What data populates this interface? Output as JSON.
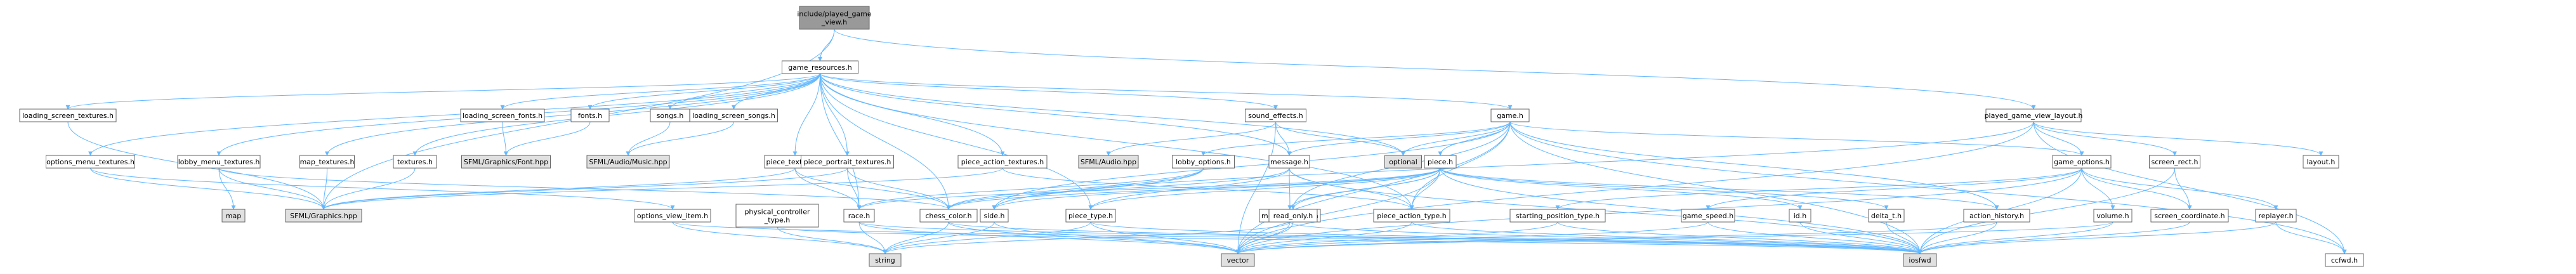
{
  "colors": {
    "root_fill": "#999999",
    "node_fill": "#ffffff",
    "external_fill": "#e0e0e0",
    "incomplete_border": "#ff0000",
    "edge": "#63b8ff"
  },
  "nodes": [
    {
      "id": "root",
      "label": "include/played_game_view.h",
      "kind": "root"
    },
    {
      "id": "game_resources",
      "label": "game_resources.h",
      "kind": "file"
    },
    {
      "id": "loading_screen_textures",
      "label": "loading_screen_textures.h",
      "kind": "file"
    },
    {
      "id": "loading_screen_fonts",
      "label": "loading_screen_fonts.h",
      "kind": "file"
    },
    {
      "id": "fonts",
      "label": "fonts.h",
      "kind": "file"
    },
    {
      "id": "songs",
      "label": "songs.h",
      "kind": "file"
    },
    {
      "id": "loading_screen_songs",
      "label": "loading_screen_songs.h",
      "kind": "file"
    },
    {
      "id": "sound_effects",
      "label": "sound_effects.h",
      "kind": "file"
    },
    {
      "id": "game",
      "label": "game.h",
      "kind": "file"
    },
    {
      "id": "played_game_view_layout",
      "label": "played_game_view_layout.h",
      "kind": "file"
    },
    {
      "id": "options_menu_textures",
      "label": "options_menu_textures.h",
      "kind": "file"
    },
    {
      "id": "lobby_menu_textures",
      "label": "lobby_menu_textures.h",
      "kind": "file"
    },
    {
      "id": "map_textures",
      "label": "map_textures.h",
      "kind": "file"
    },
    {
      "id": "textures",
      "label": "textures.h",
      "kind": "file"
    },
    {
      "id": "sfml_font",
      "label": "SFML/Graphics/Font.hpp",
      "kind": "external"
    },
    {
      "id": "sfml_music",
      "label": "SFML/Audio/Music.hpp",
      "kind": "external"
    },
    {
      "id": "piece_textures",
      "label": "piece_textures.h",
      "kind": "file"
    },
    {
      "id": "piece_portrait_textures",
      "label": "piece_portrait_textures.h",
      "kind": "file"
    },
    {
      "id": "piece_action_textures",
      "label": "piece_action_textures.h",
      "kind": "file"
    },
    {
      "id": "sfml_audio",
      "label": "SFML/Audio.hpp",
      "kind": "external"
    },
    {
      "id": "lobby_options",
      "label": "lobby_options.h",
      "kind": "file"
    },
    {
      "id": "message",
      "label": "message.h",
      "kind": "file"
    },
    {
      "id": "optional",
      "label": "optional",
      "kind": "external"
    },
    {
      "id": "piece",
      "label": "piece.h",
      "kind": "incomplete"
    },
    {
      "id": "game_options",
      "label": "game_options.h",
      "kind": "file"
    },
    {
      "id": "screen_rect",
      "label": "screen_rect.h",
      "kind": "file"
    },
    {
      "id": "layout",
      "label": "layout.h",
      "kind": "file"
    },
    {
      "id": "map",
      "label": "map",
      "kind": "external"
    },
    {
      "id": "sfml_graphics",
      "label": "SFML/Graphics.hpp",
      "kind": "external"
    },
    {
      "id": "options_view_item",
      "label": "options_view_item.h",
      "kind": "file"
    },
    {
      "id": "physical_controller_type",
      "label": "physical_controller _type.h",
      "kind": "file"
    },
    {
      "id": "race",
      "label": "race.h",
      "kind": "file"
    },
    {
      "id": "chess_color",
      "label": "chess_color.h",
      "kind": "file"
    },
    {
      "id": "side",
      "label": "side.h",
      "kind": "incomplete"
    },
    {
      "id": "piece_type",
      "label": "piece_type.h",
      "kind": "file"
    },
    {
      "id": "message_type",
      "label": "message_type.h",
      "kind": "file"
    },
    {
      "id": "read_only",
      "label": "read_only.h",
      "kind": "incomplete"
    },
    {
      "id": "piece_action_type",
      "label": "piece_action_type.h",
      "kind": "file"
    },
    {
      "id": "starting_position_type",
      "label": "starting_position_type.h",
      "kind": "file"
    },
    {
      "id": "game_speed",
      "label": "game_speed.h",
      "kind": "file"
    },
    {
      "id": "id",
      "label": "id.h",
      "kind": "file"
    },
    {
      "id": "delta_t",
      "label": "delta_t.h",
      "kind": "file"
    },
    {
      "id": "action_history",
      "label": "action_history.h",
      "kind": "incomplete"
    },
    {
      "id": "volume",
      "label": "volume.h",
      "kind": "file"
    },
    {
      "id": "screen_coordinate",
      "label": "screen_coordinate.h",
      "kind": "file"
    },
    {
      "id": "replayer",
      "label": "replayer.h",
      "kind": "incomplete"
    },
    {
      "id": "string",
      "label": "string",
      "kind": "external"
    },
    {
      "id": "vector",
      "label": "vector",
      "kind": "external"
    },
    {
      "id": "iosfwd",
      "label": "iosfwd",
      "kind": "external"
    },
    {
      "id": "ccfwd",
      "label": "ccfwd.h",
      "kind": "file"
    }
  ],
  "edges": [
    [
      "root",
      "game_resources"
    ],
    [
      "root",
      "played_game_view_layout"
    ],
    [
      "root",
      "sfml_graphics"
    ],
    [
      "game_resources",
      "loading_screen_textures"
    ],
    [
      "game_resources",
      "loading_screen_fonts"
    ],
    [
      "game_resources",
      "fonts"
    ],
    [
      "game_resources",
      "songs"
    ],
    [
      "game_resources",
      "loading_screen_songs"
    ],
    [
      "game_resources",
      "sound_effects"
    ],
    [
      "game_resources",
      "game"
    ],
    [
      "game_resources",
      "options_menu_textures"
    ],
    [
      "game_resources",
      "lobby_menu_textures"
    ],
    [
      "game_resources",
      "map_textures"
    ],
    [
      "game_resources",
      "textures"
    ],
    [
      "game_resources",
      "piece_textures"
    ],
    [
      "game_resources",
      "piece_portrait_textures"
    ],
    [
      "game_resources",
      "piece_action_textures"
    ],
    [
      "game_resources",
      "optional"
    ],
    [
      "game_resources",
      "chess_color"
    ],
    [
      "game_resources",
      "race"
    ],
    [
      "game_resources",
      "message"
    ],
    [
      "game_resources",
      "piece_type"
    ],
    [
      "game_resources",
      "piece_action_type"
    ],
    [
      "loading_screen_textures",
      "sfml_graphics"
    ],
    [
      "loading_screen_fonts",
      "sfml_font"
    ],
    [
      "fonts",
      "sfml_font"
    ],
    [
      "songs",
      "sfml_music"
    ],
    [
      "loading_screen_songs",
      "sfml_music"
    ],
    [
      "sound_effects",
      "sfml_audio"
    ],
    [
      "sound_effects",
      "message"
    ],
    [
      "sound_effects",
      "optional"
    ],
    [
      "sound_effects",
      "vector"
    ],
    [
      "options_menu_textures",
      "sfml_graphics"
    ],
    [
      "options_menu_textures",
      "options_view_item"
    ],
    [
      "lobby_menu_textures",
      "map"
    ],
    [
      "lobby_menu_textures",
      "sfml_graphics"
    ],
    [
      "lobby_menu_textures",
      "chess_color"
    ],
    [
      "map_textures",
      "sfml_graphics"
    ],
    [
      "textures",
      "sfml_graphics"
    ],
    [
      "piece_textures",
      "sfml_graphics"
    ],
    [
      "piece_textures",
      "race"
    ],
    [
      "piece_textures",
      "chess_color"
    ],
    [
      "piece_portrait_textures",
      "sfml_graphics"
    ],
    [
      "piece_portrait_textures",
      "race"
    ],
    [
      "piece_portrait_textures",
      "chess_color"
    ],
    [
      "piece_action_textures",
      "sfml_graphics"
    ],
    [
      "piece_action_textures",
      "piece_action_type"
    ],
    [
      "game",
      "lobby_options"
    ],
    [
      "game",
      "message"
    ],
    [
      "game",
      "optional"
    ],
    [
      "game",
      "piece"
    ],
    [
      "game",
      "game_options"
    ],
    [
      "game",
      "read_only"
    ],
    [
      "game",
      "side"
    ],
    [
      "game",
      "vector"
    ],
    [
      "game",
      "ccfwd"
    ],
    [
      "game",
      "piece_action_type"
    ],
    [
      "game",
      "action_history"
    ],
    [
      "game",
      "iosfwd"
    ],
    [
      "played_game_view_layout",
      "game_options"
    ],
    [
      "played_game_view_layout",
      "screen_rect"
    ],
    [
      "played_game_view_layout",
      "layout"
    ],
    [
      "played_game_view_layout",
      "ccfwd"
    ],
    [
      "played_game_view_layout",
      "side"
    ],
    [
      "played_game_view_layout",
      "vector"
    ],
    [
      "lobby_options",
      "chess_color"
    ],
    [
      "lobby_options",
      "race"
    ],
    [
      "lobby_options",
      "side"
    ],
    [
      "message",
      "message_type"
    ],
    [
      "message",
      "chess_color"
    ],
    [
      "message",
      "piece_type"
    ],
    [
      "message",
      "iosfwd"
    ],
    [
      "message",
      "piece_action_type"
    ],
    [
      "piece",
      "chess_color"
    ],
    [
      "piece",
      "piece_type"
    ],
    [
      "piece",
      "read_only"
    ],
    [
      "piece",
      "race"
    ],
    [
      "piece",
      "piece_action_type"
    ],
    [
      "piece",
      "id"
    ],
    [
      "piece",
      "delta_t"
    ],
    [
      "piece",
      "action_history"
    ],
    [
      "piece",
      "message_type"
    ],
    [
      "piece",
      "vector"
    ],
    [
      "piece",
      "iosfwd"
    ],
    [
      "piece",
      "side"
    ],
    [
      "game_options",
      "starting_position_type"
    ],
    [
      "game_options",
      "game_speed"
    ],
    [
      "game_options",
      "volume"
    ],
    [
      "game_options",
      "screen_coordinate"
    ],
    [
      "game_options",
      "replayer"
    ],
    [
      "game_options",
      "iosfwd"
    ],
    [
      "game_options",
      "vector"
    ],
    [
      "screen_rect",
      "screen_coordinate"
    ],
    [
      "screen_rect",
      "iosfwd"
    ],
    [
      "options_view_item",
      "string"
    ],
    [
      "options_view_item",
      "iosfwd"
    ],
    [
      "physical_controller_type",
      "string"
    ],
    [
      "physical_controller_type",
      "iosfwd"
    ],
    [
      "race",
      "string"
    ],
    [
      "race",
      "vector"
    ],
    [
      "race",
      "iosfwd"
    ],
    [
      "chess_color",
      "string"
    ],
    [
      "chess_color",
      "vector"
    ],
    [
      "chess_color",
      "iosfwd"
    ],
    [
      "side",
      "string"
    ],
    [
      "side",
      "vector"
    ],
    [
      "piece_type",
      "string"
    ],
    [
      "piece_type",
      "vector"
    ],
    [
      "piece_type",
      "iosfwd"
    ],
    [
      "message_type",
      "string"
    ],
    [
      "message_type",
      "vector"
    ],
    [
      "message_type",
      "iosfwd"
    ],
    [
      "read_only",
      "vector"
    ],
    [
      "piece_action_type",
      "vector"
    ],
    [
      "piece_action_type",
      "iosfwd"
    ],
    [
      "starting_position_type",
      "vector"
    ],
    [
      "starting_position_type",
      "iosfwd"
    ],
    [
      "game_speed",
      "vector"
    ],
    [
      "game_speed",
      "iosfwd"
    ],
    [
      "id",
      "iosfwd"
    ],
    [
      "delta_t",
      "iosfwd"
    ],
    [
      "action_history",
      "vector"
    ],
    [
      "action_history",
      "iosfwd"
    ],
    [
      "volume",
      "iosfwd"
    ],
    [
      "volume",
      "vector"
    ],
    [
      "screen_coordinate",
      "iosfwd"
    ],
    [
      "replayer",
      "ccfwd"
    ],
    [
      "replayer",
      "iosfwd"
    ]
  ]
}
